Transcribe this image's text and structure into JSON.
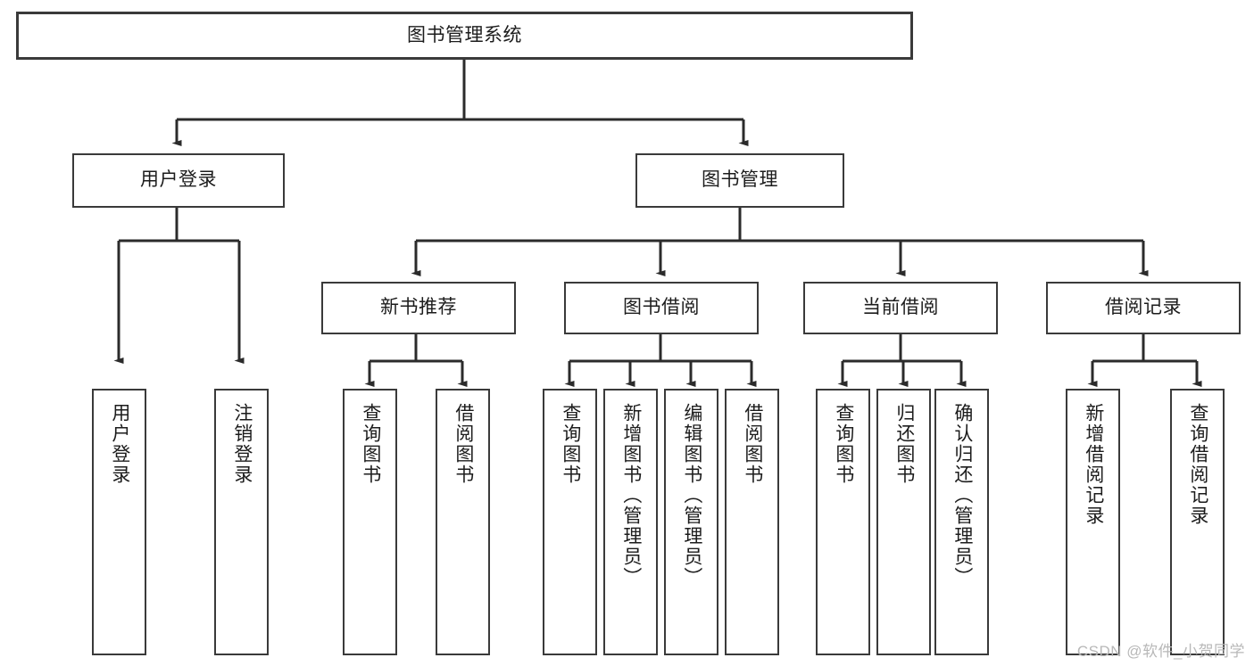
{
  "diagram": {
    "type": "tree-hierarchy",
    "title": "图书管理系统",
    "root": {
      "id": "root",
      "label": "图书管理系统"
    },
    "level1": [
      {
        "id": "user-login",
        "label": "用户登录"
      },
      {
        "id": "book-manage",
        "label": "图书管理"
      }
    ],
    "level2": [
      {
        "id": "new-book-recommend",
        "label": "新书推荐",
        "parent": "book-manage"
      },
      {
        "id": "book-borrow",
        "label": "图书借阅",
        "parent": "book-manage"
      },
      {
        "id": "current-borrow",
        "label": "当前借阅",
        "parent": "book-manage"
      },
      {
        "id": "borrow-record",
        "label": "借阅记录",
        "parent": "book-manage"
      }
    ],
    "leaves": [
      {
        "id": "leaf-user-login",
        "label": "用户登录",
        "parent": "user-login"
      },
      {
        "id": "leaf-logout-login",
        "label": "注销登录",
        "parent": "user-login"
      },
      {
        "id": "leaf-query-book-1",
        "label": "查询图书",
        "parent": "new-book-recommend"
      },
      {
        "id": "leaf-borrow-book-1",
        "label": "借阅图书",
        "parent": "new-book-recommend"
      },
      {
        "id": "leaf-query-book-2",
        "label": "查询图书",
        "parent": "book-borrow"
      },
      {
        "id": "leaf-add-book",
        "label": "新增图书（管理员）",
        "parent": "book-borrow"
      },
      {
        "id": "leaf-edit-book",
        "label": "编辑图书（管理员）",
        "parent": "book-borrow"
      },
      {
        "id": "leaf-borrow-book-2",
        "label": "借阅图书",
        "parent": "book-borrow"
      },
      {
        "id": "leaf-query-book-3",
        "label": "查询图书",
        "parent": "current-borrow"
      },
      {
        "id": "leaf-return-book",
        "label": "归还图书",
        "parent": "current-borrow"
      },
      {
        "id": "leaf-confirm-return",
        "label": "确认归还（管理员）",
        "parent": "current-borrow"
      },
      {
        "id": "leaf-add-record",
        "label": "新增借阅记录",
        "parent": "borrow-record"
      },
      {
        "id": "leaf-query-record",
        "label": "查询借阅记录",
        "parent": "borrow-record"
      }
    ]
  },
  "watermark": {
    "text": "CSDN @软件_小贺同学"
  },
  "colors": {
    "stroke": "#3a3a3a",
    "fill": "#ffffff",
    "text": "#1c1c1c",
    "watermark": "#b8b8b8"
  }
}
